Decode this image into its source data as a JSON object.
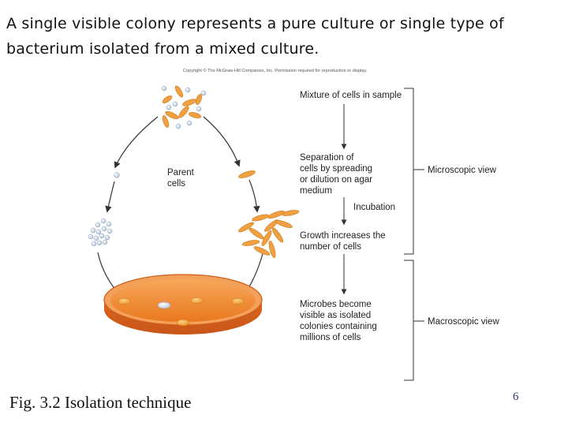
{
  "slide": {
    "heading": "A single visible colony represents a pure culture or single type of bacterium isolated from a mixed culture.",
    "caption": "Fig. 3.2 Isolation technique",
    "page_number": "6"
  },
  "figure": {
    "copyright": "Copyright © The McGraw-Hill Companies, Inc. Permission required for reproduction or display.",
    "parent_label": [
      "Parent",
      "cells"
    ],
    "steps": {
      "mixture": [
        "Mixture of cells in sample"
      ],
      "separation": [
        "Separation of",
        "cells by spreading",
        "or dilution on agar",
        "medium"
      ],
      "incubation": [
        "Incubation"
      ],
      "growth": [
        "Growth increases the",
        "number of cells"
      ],
      "microbes": [
        "Microbes become",
        "visible as isolated",
        "colonies containing",
        "millions of cells"
      ]
    },
    "views": {
      "microscopic": "Microscopic view",
      "macroscopic": "Macroscopic view"
    },
    "colors": {
      "rod_orange": "#f0a040",
      "coccus_blue": "#c8d6e6",
      "agar_orange": "#f08a2a",
      "dish_rim": "#e06a1e"
    }
  }
}
